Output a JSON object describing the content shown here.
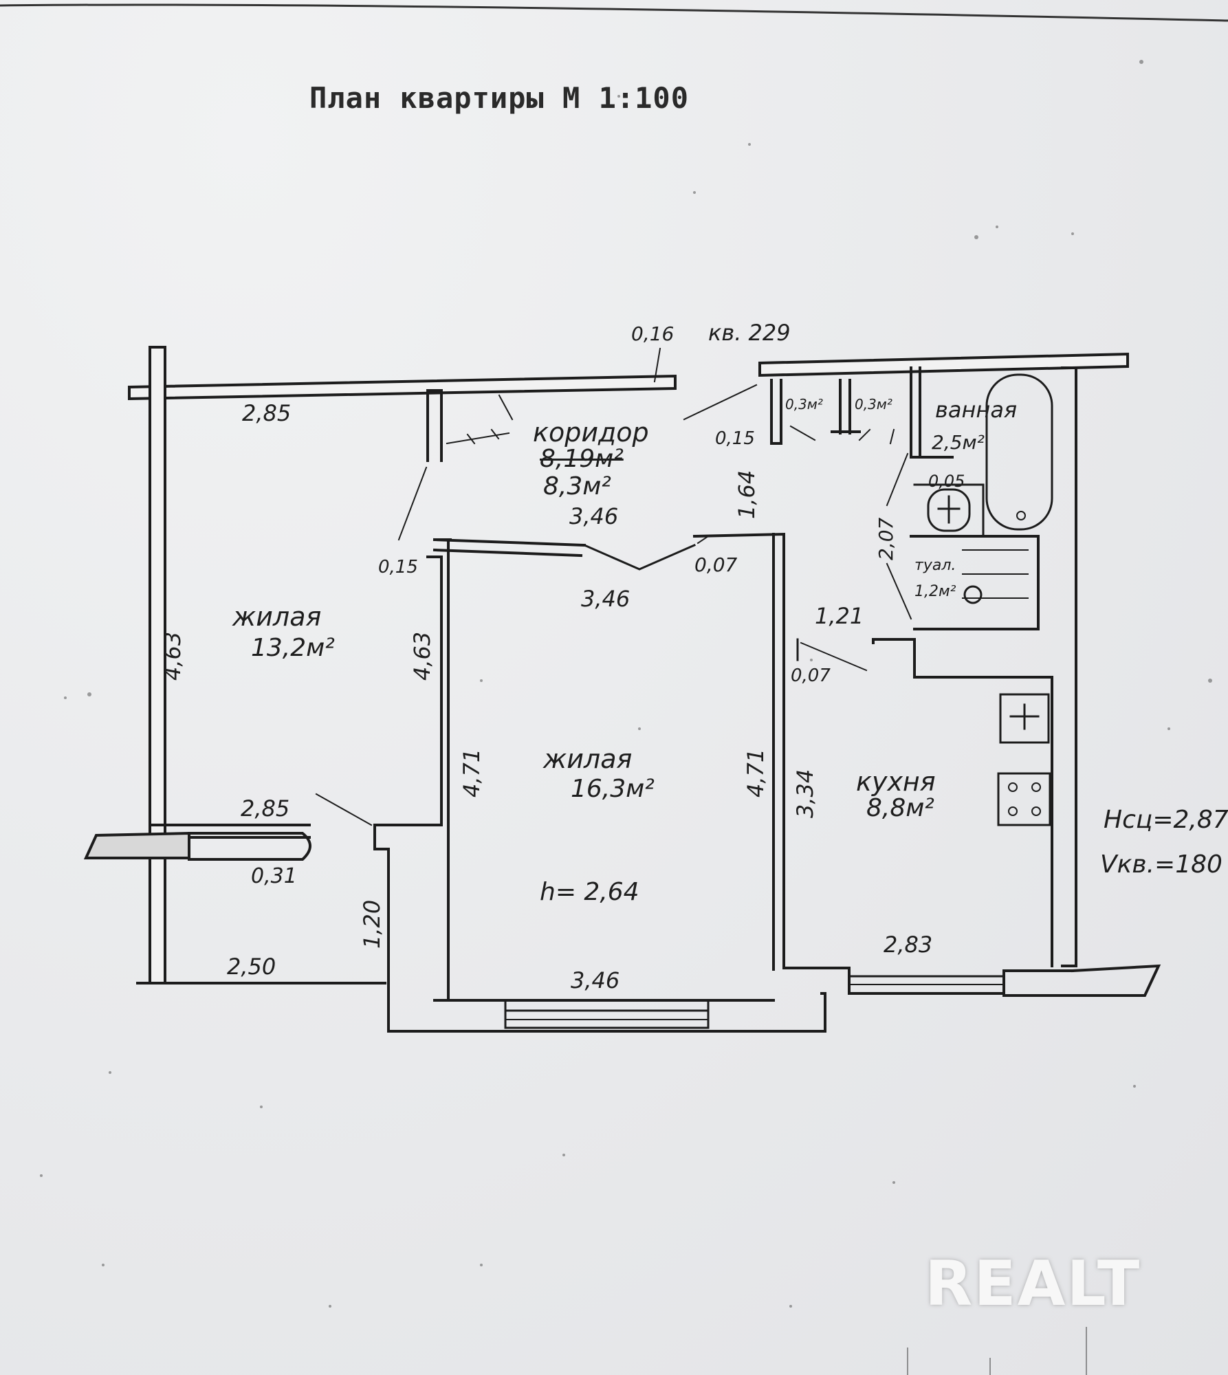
{
  "plan_title": "План квартиры М 1:100",
  "apartment_number": "кв. 229",
  "rooms": {
    "living_left": {
      "name": "жилая",
      "area": "13,2м²"
    },
    "corridor": {
      "name": "коридор",
      "area_crossed": "8,19м²",
      "area": "8,3м²"
    },
    "living_center": {
      "name": "жилая",
      "area": "16,3м²",
      "height": "h= 2,64"
    },
    "kitchen": {
      "name": "кухня",
      "area": "8,8м²"
    },
    "bathroom": {
      "name": "ванная",
      "area": "2,5м²"
    },
    "toilet": {
      "name": "туал.",
      "area": "1,2м²"
    },
    "closet_1": {
      "area": "0,3м²"
    },
    "closet_2": {
      "area": "0,3м²"
    }
  },
  "dimensions": {
    "top_wall": "0,16",
    "living_left_top": "2,85",
    "living_left_left": "4,63",
    "living_left_right": "4,63",
    "living_left_bottom": "2,85",
    "door_left": "0,15",
    "corridor_width": "3,46",
    "corridor_door": "0,15",
    "corridor_height": "1,64",
    "center_top": "3,46",
    "center_door": "0,07",
    "center_left": "4,71",
    "center_right": "4,71",
    "center_bottom": "3,46",
    "kitchen_left": "3,34",
    "kitchen_bottom": "2,83",
    "kitchen_door_width": "1,21",
    "kitchen_door": "0,07",
    "toilet_height": "2,07",
    "toilet_inner": "0,05",
    "balcony_width": "0,31",
    "balcony_height": "1,20",
    "balcony_bottom": "2,50"
  },
  "right_notes": {
    "height_note": "Нсц=2,87",
    "volume_note": "Vкв.=180"
  },
  "watermark": "REALT"
}
